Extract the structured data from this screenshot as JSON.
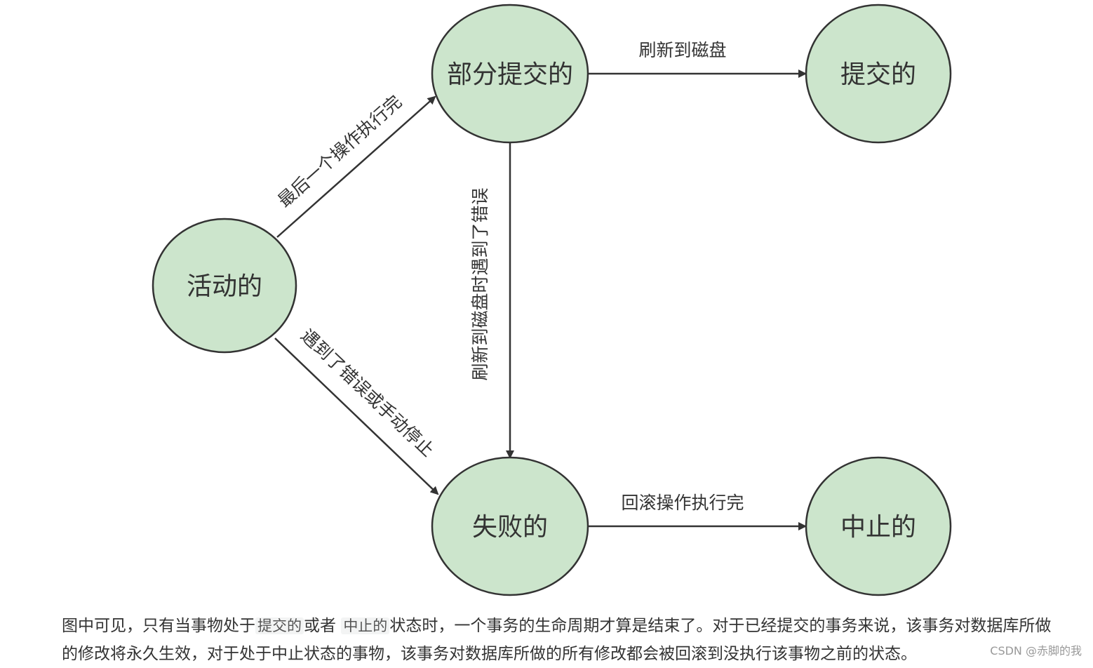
{
  "diagram": {
    "nodes": {
      "active": "活动的",
      "partially_committed": "部分提交的",
      "committed": "提交的",
      "failed": "失败的",
      "aborted": "中止的"
    },
    "edges": {
      "last_op_done": "最后一个操作执行完",
      "flush_disk": "刷新到磁盘",
      "flush_error": "刷新到磁盘时遇到了错误",
      "error_or_stop": "遇到了错误或手动停止",
      "rollback_done": "回滚操作执行完"
    },
    "colors": {
      "node_fill": "#cce5cc",
      "stroke": "#333333"
    }
  },
  "caption": {
    "part1": "图中可见，只有当事物处于",
    "chip1": "提交的",
    "part2": "或者",
    "chip2": "中止的",
    "part3": "状态时，一个事务的生命周期才算是结束了。对于已经提交的事务来说，该事务对数据库所做的修改将永久生效，对于处于中止状态的事物，该事务对数据库所做的所有修改都会被回滚到没执行该事物之前的状态。"
  },
  "watermark": "CSDN @赤脚的我"
}
